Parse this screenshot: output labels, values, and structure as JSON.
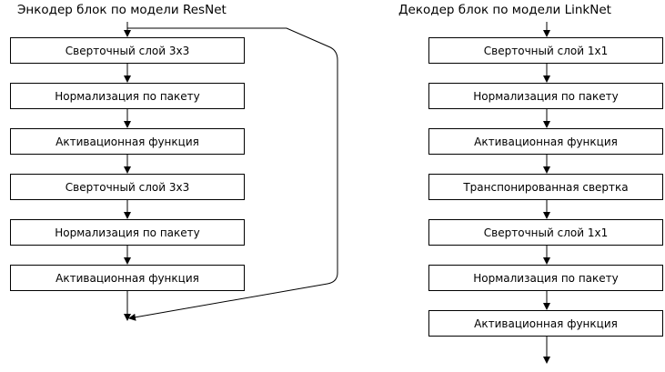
{
  "encoder": {
    "title": "Энкодер блок по модели ResNet",
    "blocks": [
      "Сверточный слой 3x3",
      "Нормализация по пакету",
      "Активационная функция",
      "Сверточный слой 3x3",
      "Нормализация по пакету",
      "Активационная функция"
    ]
  },
  "decoder": {
    "title": "Декодер блок по модели LinkNet",
    "blocks": [
      "Сверточный слой 1x1",
      "Нормализация по пакету",
      "Активационная функция",
      "Транспонированная свертка",
      "Сверточный слой 1x1",
      "Нормализация по пакету",
      "Активационная функция"
    ]
  },
  "colors": {
    "stroke": "#000000",
    "fill": "#ffffff"
  }
}
